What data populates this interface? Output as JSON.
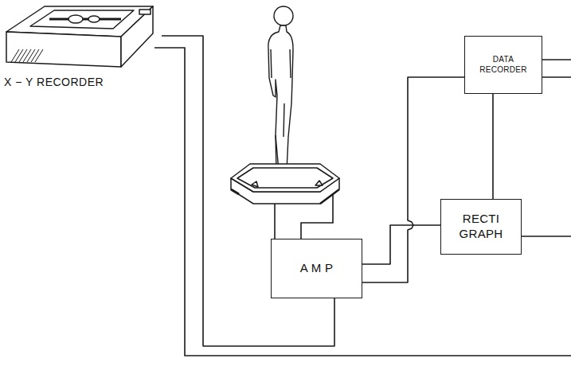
{
  "diagram": {
    "nodes": [
      {
        "text": [
          "X − Y RECORDER"
        ]
      },
      {
        "text": [
          "DATA RECORDER"
        ]
      },
      {
        "text": [
          "RECTI GRAPH"
        ]
      },
      {
        "text": [
          "A M P"
        ]
      }
    ],
    "edges": [
      {
        "from": 0,
        "to": 3,
        "arrow": "none"
      },
      {
        "from": 3,
        "to": 2,
        "arrow": "none"
      },
      {
        "from": 3,
        "to": 1,
        "arrow": "none"
      },
      {
        "from": 1,
        "to": 2,
        "arrow": "none"
      }
    ]
  }
}
